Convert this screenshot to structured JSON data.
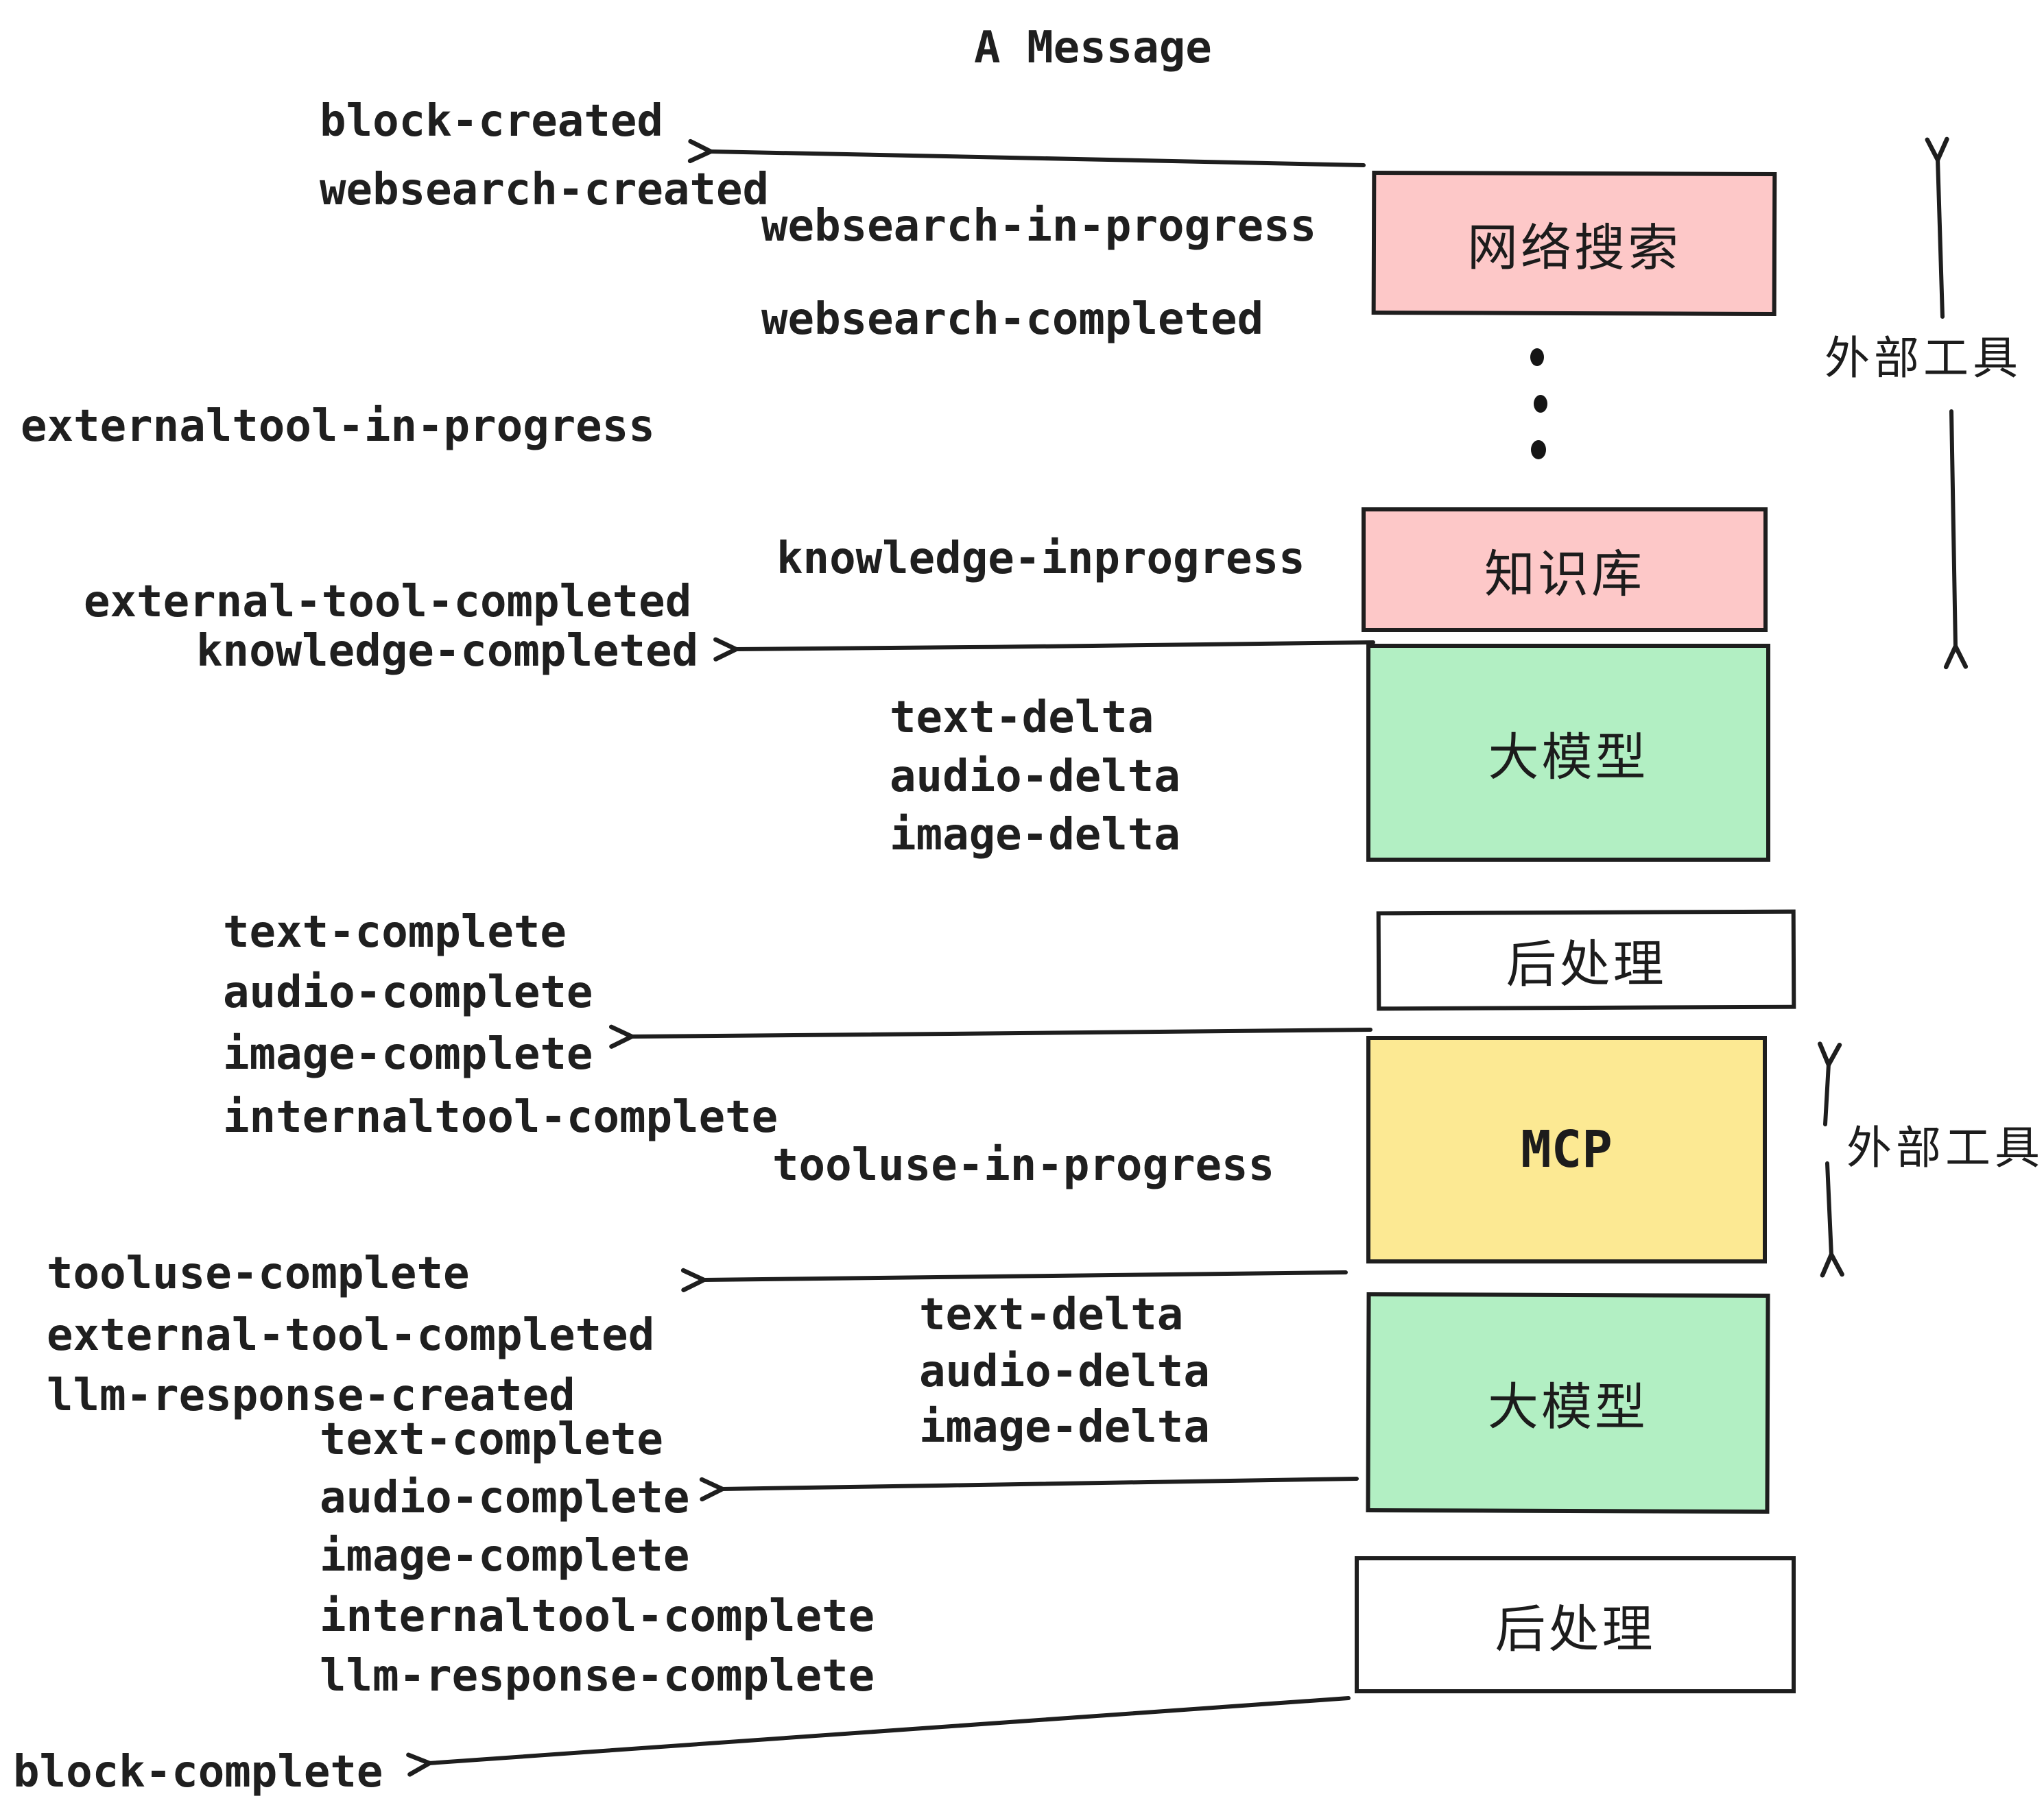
{
  "title": "A Message",
  "boxes": {
    "websearch": "网络搜索",
    "knowledge": "知识库",
    "llm": "大模型",
    "postprocess": "后处理",
    "mcp": "MCP"
  },
  "side_labels": {
    "external_tools": "外部工具"
  },
  "events": {
    "block_created": "block-created",
    "websearch_created": "websearch-created",
    "websearch_in_progress": "websearch-in-progress",
    "websearch_completed": "websearch-completed",
    "externaltool_in_progress": "externaltool-in-progress",
    "knowledge_inprogress": "knowledge-inprogress",
    "external_tool_completed": "external-tool-completed",
    "knowledge_completed": "knowledge-completed",
    "text_delta": "text-delta",
    "audio_delta": "audio-delta",
    "image_delta": "image-delta",
    "text_complete": "text-complete",
    "audio_complete": "audio-complete",
    "image_complete": "image-complete",
    "internaltool_complete": "internaltool-complete",
    "tooluse_in_progress": "tooluse-in-progress",
    "tooluse_complete": "tooluse-complete",
    "llm_response_created": "llm-response-created",
    "llm_response_complete": "llm-response-complete",
    "block_complete": "block-complete"
  },
  "decorations": {
    "ellipsis_dot_count": 3
  },
  "colors": {
    "box_pink": "#fdc8c8",
    "box_green": "#b2efc3",
    "box_yellow": "#fce993",
    "box_white": "#ffffff",
    "ink": "#1e1e1e",
    "background": "#ffffff"
  }
}
